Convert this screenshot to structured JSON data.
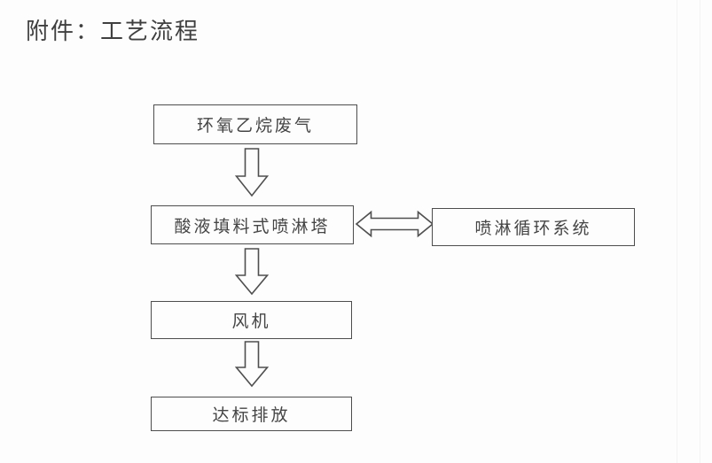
{
  "document": {
    "title": "附件：工艺流程"
  },
  "flowchart": {
    "nodes": {
      "waste_gas": {
        "label": "环氧乙烷废气"
      },
      "spray_tower": {
        "label": "酸液填料式喷淋塔"
      },
      "circulation": {
        "label": "喷淋循环系统"
      },
      "fan": {
        "label": "风机"
      },
      "discharge": {
        "label": "达标排放"
      }
    },
    "arrows": {
      "vertical_style": "hollow-down-block-arrow",
      "horizontal_style": "hollow-double-headed-block-arrow",
      "flow": [
        "环氧乙烷废气 ↓ 酸液填料式喷淋塔",
        "酸液填料式喷淋塔 ↔ 喷淋循环系统",
        "酸液填料式喷淋塔 ↓ 风机",
        "风机 ↓ 达标排放"
      ]
    },
    "colors": {
      "ink": "#454545",
      "box_border": "#4d4d4d",
      "background": "#fdfdfd"
    }
  }
}
